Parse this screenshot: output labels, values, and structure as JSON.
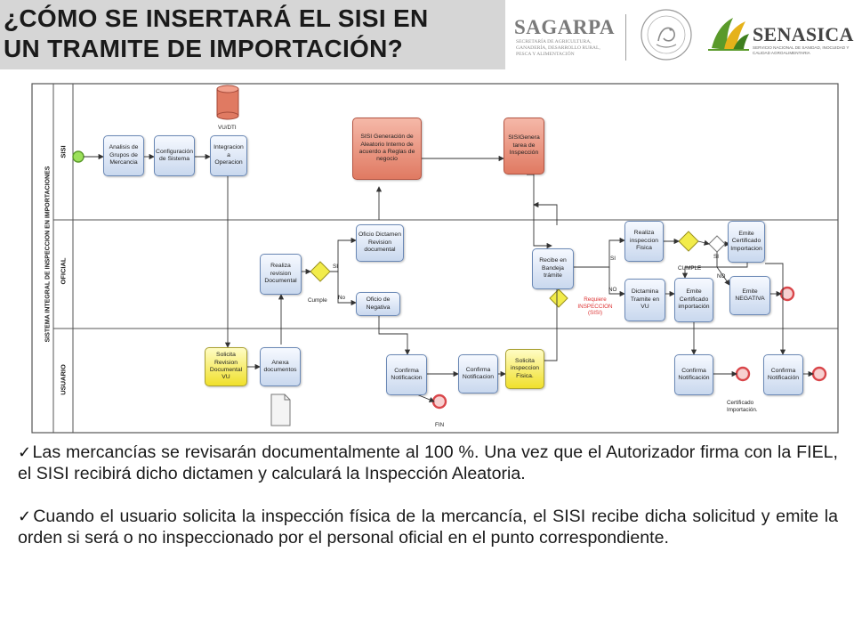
{
  "title": {
    "line1": "¿CÓMO SE INSERTARÁ EL SISI EN",
    "line2": "UN TRAMITE DE IMPORTACIÓN?"
  },
  "logos": {
    "sagarpa_name": "SAGARPA",
    "sagarpa_subtitle": "SECRETARÍA DE AGRICULTURA, GANADERÍA, DESARROLLO RURAL, PESCA Y ALIMENTACIÓN",
    "senasica_name": "SENASICA",
    "senasica_subtitle": "SERVICIO NACIONAL DE SANIDAD, INOCUIDAD Y CALIDAD AGROALIMENTARIA",
    "colors": {
      "sagarpa": "#7a7a7a",
      "senasica_green": "#5a9a2a",
      "senasica_yellow": "#e5b21a"
    }
  },
  "diagram": {
    "pool": "SISTEMA INTEGRAL DE INSPECCION EN IMPORTACIONES",
    "lanes": {
      "sisi": "SISI",
      "oficial": "OFICIAL",
      "usuario": "USUARIO"
    },
    "datastore": "VU/DTI",
    "tasks": {
      "analisis": "Analisis de Grupos de Mercancia",
      "configuracion": "Configuración de Sistema",
      "integracion": "Integracion a Operacion",
      "generacion": "SISI Generación de Aleatorio Interno de acuerdo a Reglas de negocio",
      "genera_tarea": "SISIGenera tarea de Inspección",
      "realiza_revision": "Realiza revision Documental",
      "oficio_dictamen": "Oficio Dictamen Revision documental",
      "oficio_negativa": "Oficio de Negativa",
      "recibe_bandeja": "Recibe en Bandeja trámite",
      "realiza_inspeccion": "Realiza inspeccion Fisica",
      "emite_certificado": "Emite Certificado Importacion",
      "dictamina": "Dictamina Tramite en VU",
      "emite_cert_imp": "Emite Certificado importación",
      "emite_negativa": "Emite NEGATIVA",
      "solicita_revision": "Solicita Revision Documental VU",
      "anexa": "Anexa documentos",
      "confirma1": "Confirma Notificacion",
      "confirma2": "Confirma Notificacion",
      "solicita_inspeccion": "Solicita inspeccion Fisica.",
      "confirma3": "Confirma Notificación",
      "confirma4": "Confirma Notificación"
    },
    "labels": {
      "si_1": "SI",
      "no_1": "No",
      "cumple_1": "Cumple",
      "requiere": "Requiere INSPECCION (SISI)",
      "si_2": "SI",
      "no_2": "NO",
      "cumple_2": "CUMPLE",
      "si_3": "SI",
      "no_3": "NO",
      "fin": "FIN",
      "certificado": "Certificado Importación."
    },
    "colors": {
      "task_blue": "#c9d8ee",
      "task_red": "#e07a62",
      "task_yellow": "#f0e02c",
      "gateway": "#f2ec4a",
      "start_event": "#9be05a",
      "end_event": "#d9464a"
    }
  },
  "bullets": [
    "Las mercancías se revisarán documentalmente  al 100 %. Una vez que el Autorizador firma con la FIEL, el SISI recibirá dicho dictamen y calculará la Inspección Aleatoria.",
    "Cuando el usuario solicita la inspección física de la mercancía, el SISI recibe dicha solicitud  y emite la orden si será o no inspeccionado por el personal oficial en el punto correspondiente."
  ]
}
